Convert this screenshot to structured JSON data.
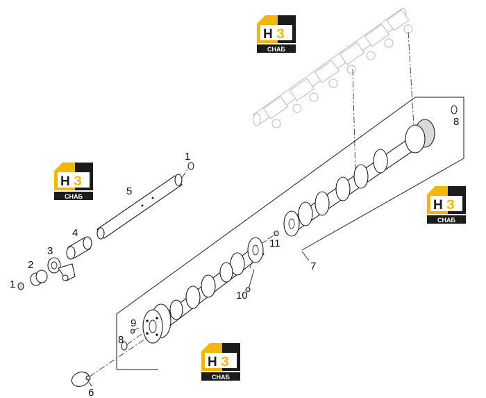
{
  "watermark": {
    "letters_main": "Н",
    "letters_accent": "З",
    "caption": "СНАБ",
    "accent_color": "#f2b705",
    "dark_color": "#1b1b1b"
  },
  "callouts": {
    "c1a": "1",
    "c1b": "1",
    "c2": "2",
    "c3": "3",
    "c4": "4",
    "c5": "5",
    "c6": "6",
    "c7": "7",
    "c8a": "8",
    "c8b": "8",
    "c9": "9",
    "c10": "10",
    "c11": "11"
  }
}
